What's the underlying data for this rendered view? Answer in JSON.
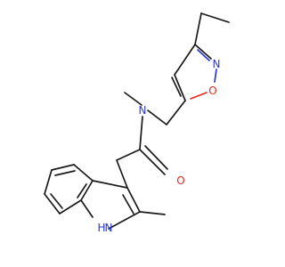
{
  "molecule": {
    "atoms": {
      "n_amide": "N",
      "o_carbonyl": "O",
      "n_isoxazole": "N",
      "o_isoxazole": "O",
      "n_indole": "H\nN"
    },
    "indole_nh_h": "H",
    "indole_nh_n": "N"
  },
  "colors": {
    "bond": "#1a1a1a",
    "nitrogen": "#2b37d6",
    "oxygen": "#e8281c",
    "background": "#ffffff"
  }
}
